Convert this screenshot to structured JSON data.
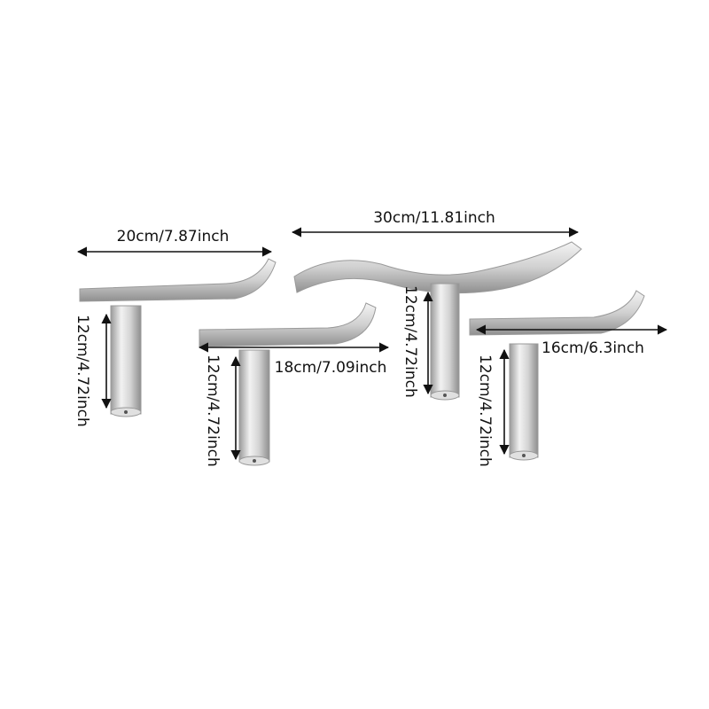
{
  "product": {
    "rests": [
      {
        "name": "small-straight-rest",
        "length_label": "20cm/7.87inch",
        "post_label": "12cm/4.72inch"
      },
      {
        "name": "medium-curved-rest",
        "length_label": "18cm/7.09inch",
        "post_label": "12cm/4.72inch"
      },
      {
        "name": "large-s-curve-rest",
        "length_label": "30cm/11.81inch",
        "post_label": "12cm/4.72inch"
      },
      {
        "name": "curved-j-rest",
        "length_label": "16cm/6.3inch",
        "post_label": "12cm/4.72inch"
      }
    ]
  },
  "colors": {
    "background": "#ffffff",
    "metal_light": "#eeeeee",
    "metal_mid": "#c9c9c9",
    "metal_dark": "#8f8f8f",
    "annotation": "#111111"
  }
}
